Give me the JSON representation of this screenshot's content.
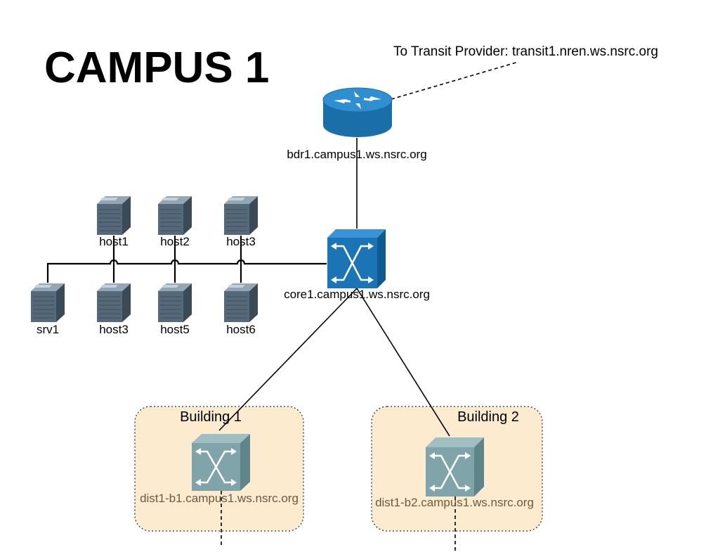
{
  "title": "CAMPUS 1",
  "transit_label": "To Transit Provider: transit1.nren.ws.nsrc.org",
  "router": {
    "label": "bdr1.campus1.ws.nsrc.org"
  },
  "core_switch": {
    "label": "core1.campus1.ws.nsrc.org"
  },
  "hosts_top": [
    {
      "label": "host1"
    },
    {
      "label": "host2"
    },
    {
      "label": "host3"
    }
  ],
  "hosts_bottom": [
    {
      "label": "srv1"
    },
    {
      "label": "host3"
    },
    {
      "label": "host5"
    },
    {
      "label": "host6"
    }
  ],
  "buildings": [
    {
      "title": "Building 1",
      "switch_label": "dist1-b1.campus1.ws.nsrc.org"
    },
    {
      "title": "Building 2",
      "switch_label": "dist1-b2.campus1.ws.nsrc.org"
    }
  ],
  "colors": {
    "router_blue": "#1a6fa8",
    "core_switch_blue": "#1b74b5",
    "dist_switch_teal": "#7fa5aa",
    "server_gray": "#4d5f6e",
    "building_fill": "#fdebd0"
  },
  "icons": {
    "router": "router-icon",
    "core_switch": "switch-icon",
    "dist_switch": "switch-icon",
    "host": "server-icon"
  }
}
